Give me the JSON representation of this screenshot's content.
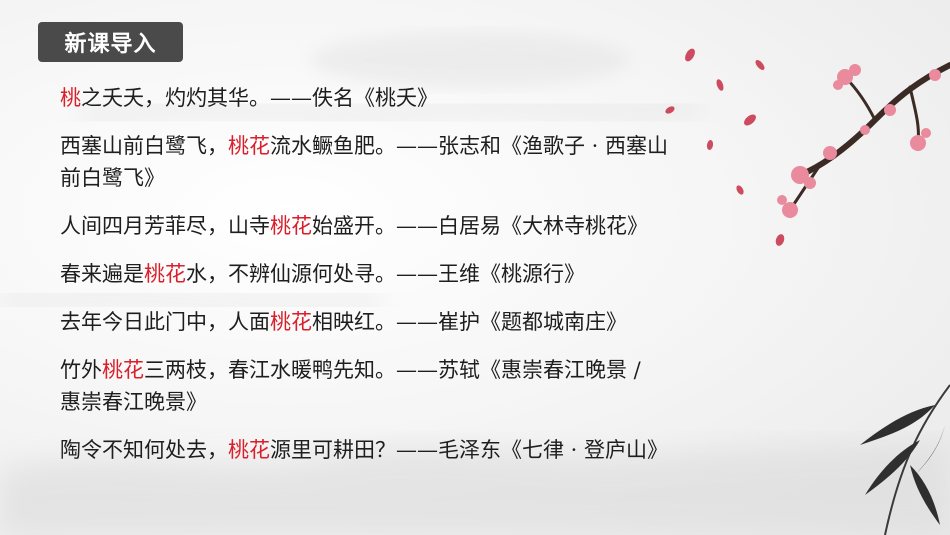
{
  "badge": {
    "label": "新课导入"
  },
  "poems": [
    {
      "segments": [
        {
          "text": "桃",
          "hl": true
        },
        {
          "text": "之夭夭，灼灼其华。——佚名《桃夭》",
          "hl": false
        }
      ]
    },
    {
      "segments": [
        {
          "text": "西塞山前白鹭飞，",
          "hl": false
        },
        {
          "text": "桃花",
          "hl": true
        },
        {
          "text": "流水鳜鱼肥。——张志和《渔歌子 · 西塞山",
          "hl": false
        }
      ],
      "cont": "前白鹭飞》"
    },
    {
      "segments": [
        {
          "text": "人间四月芳菲尽，山寺",
          "hl": false
        },
        {
          "text": "桃花",
          "hl": true
        },
        {
          "text": "始盛开。——白居易《大林寺桃花》",
          "hl": false
        }
      ]
    },
    {
      "segments": [
        {
          "text": "春来遍是",
          "hl": false
        },
        {
          "text": "桃花",
          "hl": true
        },
        {
          "text": "水，不辨仙源何处寻。——王维《桃源行》",
          "hl": false
        }
      ]
    },
    {
      "segments": [
        {
          "text": "去年今日此门中，人面",
          "hl": false
        },
        {
          "text": "桃花",
          "hl": true
        },
        {
          "text": "相映红。——崔护《题都城南庄》",
          "hl": false
        }
      ]
    },
    {
      "segments": [
        {
          "text": "竹外",
          "hl": false
        },
        {
          "text": "桃花",
          "hl": true
        },
        {
          "text": "三两枝，春江水暖鸭先知。——苏轼《惠崇春江晚景 /",
          "hl": false
        }
      ],
      "cont": "惠崇春江晚景》"
    },
    {
      "segments": [
        {
          "text": "陶令不知何处去，",
          "hl": false
        },
        {
          "text": "桃花",
          "hl": true
        },
        {
          "text": "源里可耕田？——毛泽东《七律 · 登庐山》",
          "hl": false
        }
      ]
    }
  ],
  "colors": {
    "highlight": "#d9202a",
    "badge_bg": "#4a4a4a",
    "text": "#1e1e1e"
  }
}
